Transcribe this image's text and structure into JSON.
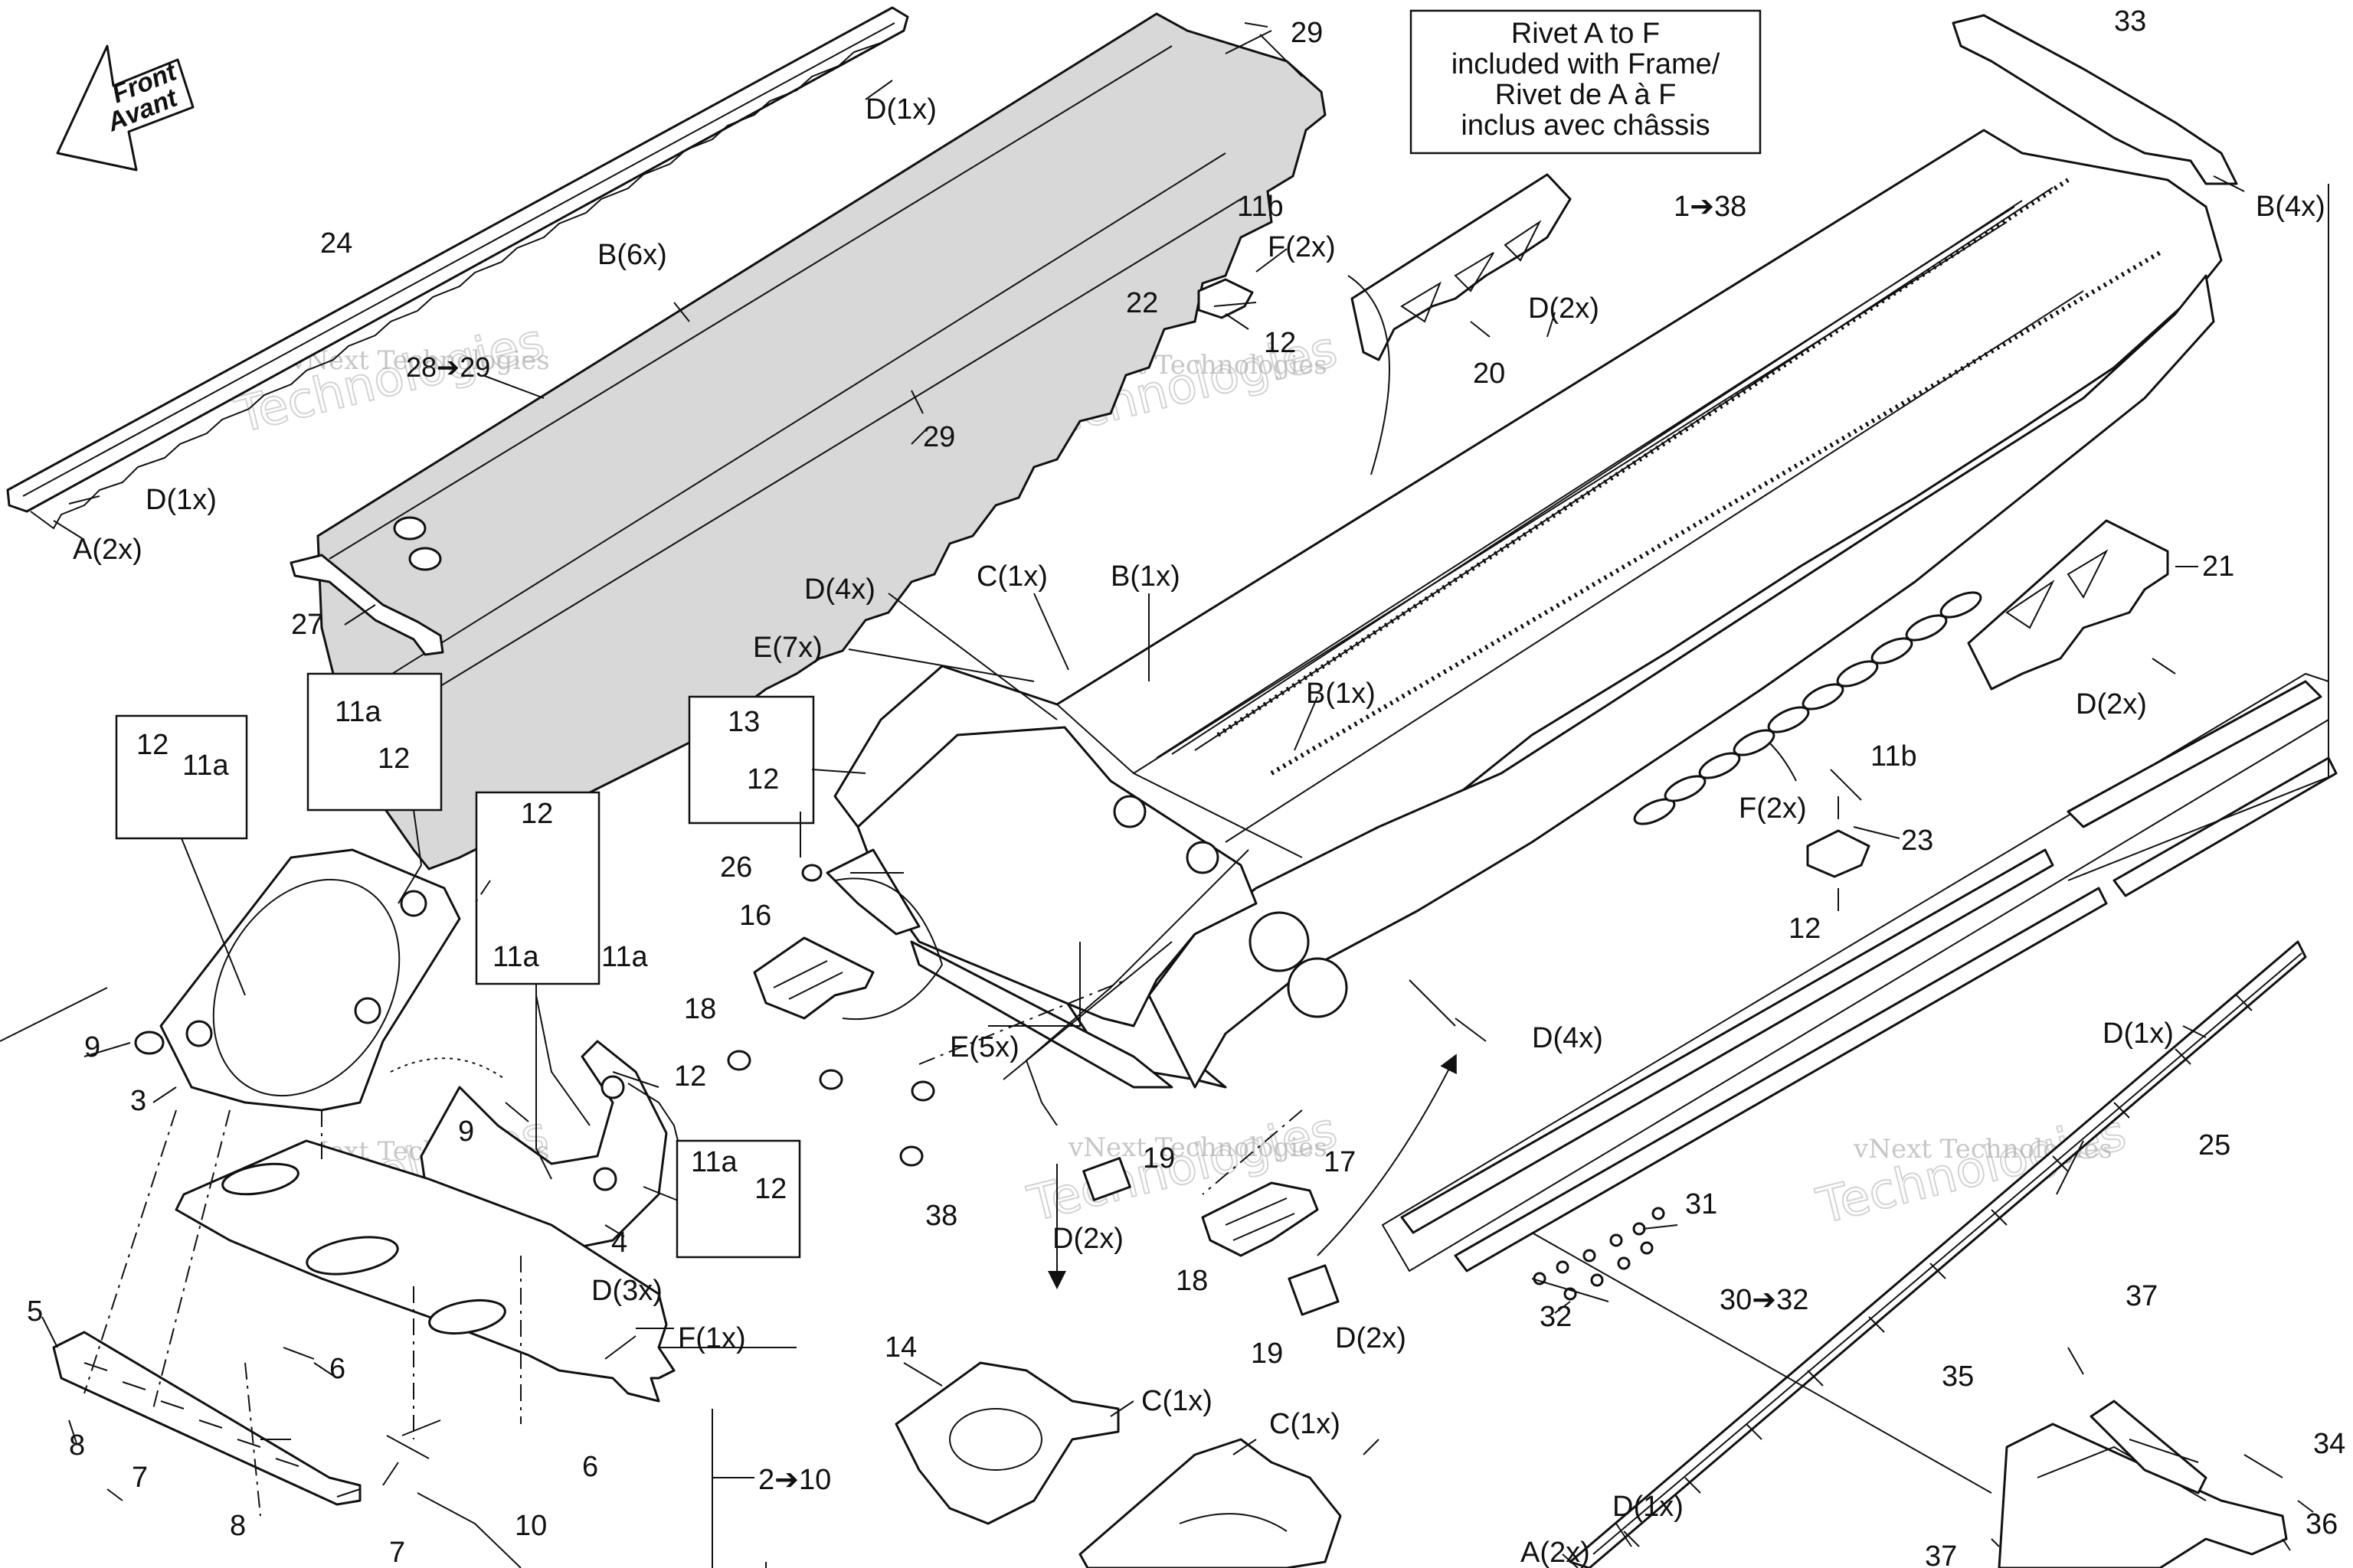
{
  "note_box": {
    "line1": "Rivet A to F",
    "line2": "included with Frame/",
    "line3": "Rivet de A à F",
    "line4": "inclus avec châssis"
  },
  "front_arrow": {
    "line1": "Front",
    "line2": "Avant"
  },
  "watermark": {
    "line1": "vNext Technologies",
    "line2": "Technologies"
  },
  "callouts": {
    "p29a": "29",
    "p29b": "29",
    "p28_29": "28➔29",
    "p27": "27",
    "p24": "24",
    "a2x_l": "A(2x)",
    "d1x_tl": "D(1x)",
    "d1x_top": "D(1x)",
    "b6x": "B(6x)",
    "p33": "33",
    "b4x": "B(4x)",
    "p1_38": "1➔38",
    "p11b_t": "11b",
    "f2x_t": "F(2x)",
    "p22": "22",
    "p12_t": "12",
    "d2x_20": "D(2x)",
    "p20": "20",
    "p21": "21",
    "d2x_21": "D(2x)",
    "d4x_t": "D(4x)",
    "c1x_t": "C(1x)",
    "b1x_t": "B(1x)",
    "e7x": "E(7x)",
    "b1x_m": "B(1x)",
    "p13": "13",
    "p12_13": "12",
    "p11a_a": "11a",
    "p12_a": "12",
    "p12_b": "12",
    "p11a_b": "11a",
    "p12_c": "12",
    "p11a_c": "11a",
    "p11a_d": "11a",
    "p12_d": "12",
    "p11a_e": "11a",
    "p12_e": "12",
    "p26": "26",
    "p16": "16",
    "p18_a": "18",
    "p9_a": "9",
    "p3": "3",
    "p9_b": "9",
    "p4": "4",
    "p38": "38",
    "e5x": "E(5x)",
    "d4x_m": "D(4x)",
    "p19_a": "19",
    "d2x_19a": "D(2x)",
    "p17": "17",
    "p18_b": "18",
    "p19_b": "19",
    "d2x_19b": "D(2x)",
    "p11b_r": "11b",
    "f2x_r": "F(2x)",
    "p23": "23",
    "p12_r": "12",
    "d1x_r": "D(1x)",
    "p25": "25",
    "p31": "31",
    "p32": "32",
    "p30_32": "30➔32",
    "p5": "5",
    "p6_a": "6",
    "p6_b": "6",
    "p8_a": "8",
    "p8_b": "8",
    "p7_a": "7",
    "p7_b": "7",
    "d3x": "D(3x)",
    "f1x": "F(1x)",
    "p10": "10",
    "p2_10": "2➔10",
    "p14": "14",
    "c1x_14": "C(1x)",
    "c1x_15": "C(1x)",
    "p37_a": "37",
    "p35": "35",
    "p34": "34",
    "p36": "36",
    "p37_b": "37",
    "d1x_br": "D(1x)",
    "a2x_br": "A(2x)"
  }
}
